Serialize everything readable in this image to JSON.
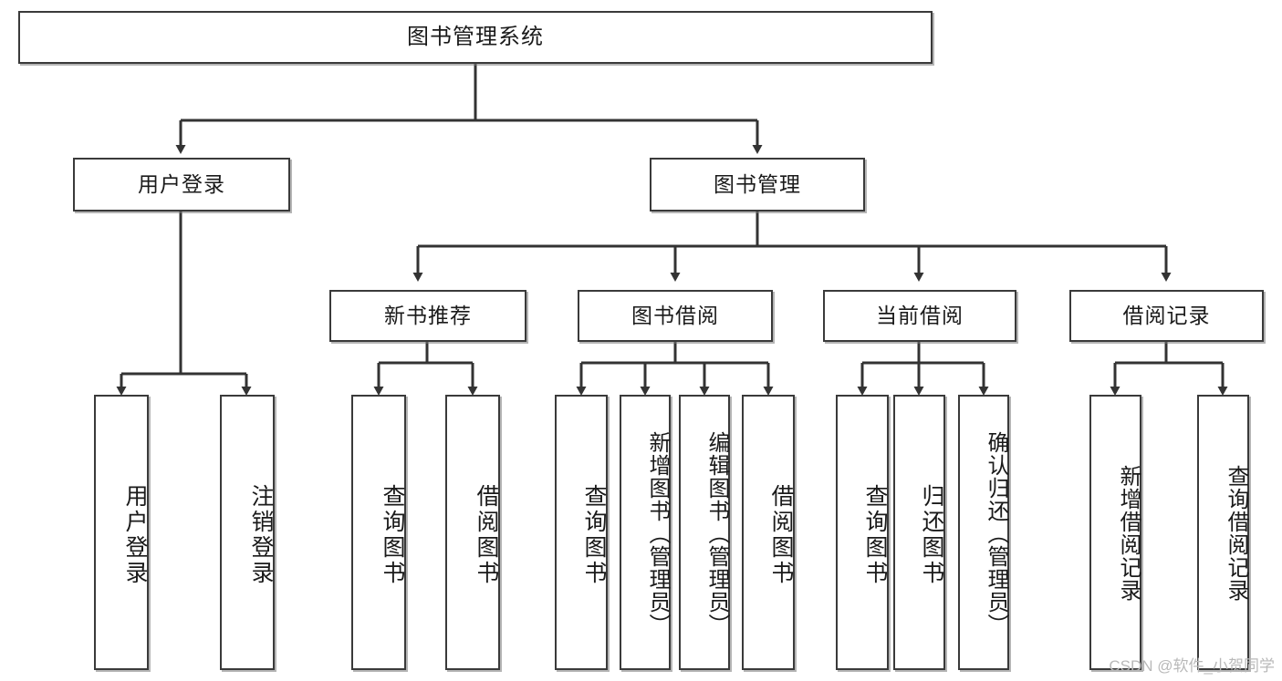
{
  "diagram": {
    "type": "hierarchy-tree",
    "title": "图书管理系统",
    "watermark": "CSDN @软件_小贺同学",
    "colors": {
      "background": "#ffffff",
      "box_border": "#3a3a3a",
      "connector": "#333333",
      "text": "#1a1a1a",
      "watermark": "#b9b9b9"
    },
    "tiers": {
      "root": "图书管理系统",
      "level2": [
        "用户登录",
        "图书管理"
      ],
      "level3": [
        "新书推荐",
        "图书借阅",
        "当前借阅",
        "借阅记录"
      ]
    },
    "nodes": {
      "root": {
        "label": "图书管理系统"
      },
      "user_login": {
        "label": "用户登录"
      },
      "book_manage": {
        "label": "图书管理"
      },
      "new_book_rec": {
        "label": "新书推荐"
      },
      "book_borrow": {
        "label": "图书借阅"
      },
      "current_borrow": {
        "label": "当前借阅"
      },
      "borrow_record": {
        "label": "借阅记录"
      }
    },
    "leaves": {
      "user_login": [
        {
          "label": "用户登录"
        },
        {
          "label": "注销登录"
        }
      ],
      "new_book_rec": [
        {
          "label": "查询图书"
        },
        {
          "label": "借阅图书"
        }
      ],
      "book_borrow": [
        {
          "label": "查询图书"
        },
        {
          "label": "新增图书（管理员）"
        },
        {
          "label": "编辑图书（管理员）"
        },
        {
          "label": "借阅图书"
        }
      ],
      "current_borrow": [
        {
          "label": "查询图书"
        },
        {
          "label": "归还图书"
        },
        {
          "label": "确认归还（管理员）"
        }
      ],
      "borrow_record": [
        {
          "label": "新增借阅记录"
        },
        {
          "label": "查询借阅记录"
        }
      ]
    }
  }
}
